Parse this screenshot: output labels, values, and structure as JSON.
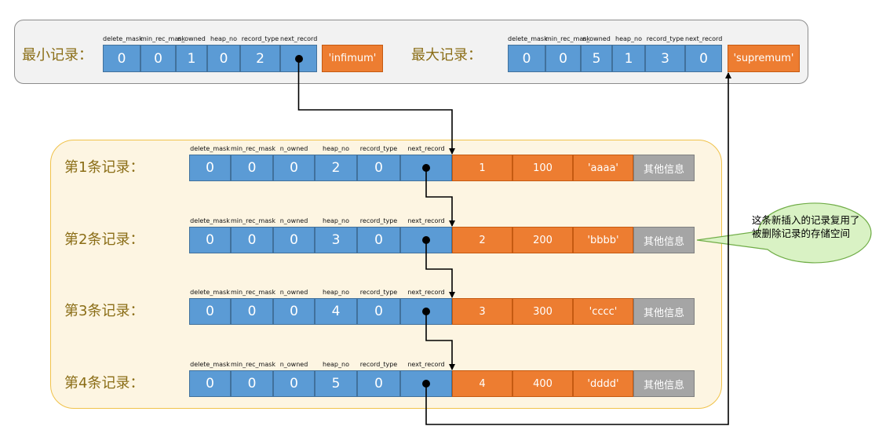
{
  "header_labels": [
    "delete_mask",
    "min_rec_mask",
    "n_owned",
    "heap_no",
    "record_type",
    "next_record"
  ],
  "other_info": "其他信息",
  "top": {
    "min": {
      "label": "最小记录：",
      "values": [
        "0",
        "0",
        "1",
        "0",
        "2",
        ""
      ],
      "name": "'infimum'"
    },
    "max": {
      "label": "最大记录：",
      "values": [
        "0",
        "0",
        "5",
        "1",
        "3",
        "0"
      ],
      "name": "'supremum'"
    }
  },
  "records": [
    {
      "label": "第1条记录：",
      "values": [
        "0",
        "0",
        "0",
        "2",
        "0",
        ""
      ],
      "data": [
        "1",
        "100",
        "'aaaa'"
      ]
    },
    {
      "label": "第2条记录：",
      "values": [
        "0",
        "0",
        "0",
        "3",
        "0",
        ""
      ],
      "data": [
        "2",
        "200",
        "'bbbb'"
      ]
    },
    {
      "label": "第3条记录：",
      "values": [
        "0",
        "0",
        "0",
        "4",
        "0",
        ""
      ],
      "data": [
        "3",
        "300",
        "'cccc'"
      ]
    },
    {
      "label": "第4条记录：",
      "values": [
        "0",
        "0",
        "0",
        "5",
        "0",
        ""
      ],
      "data": [
        "4",
        "400",
        "'dddd'"
      ]
    }
  ],
  "callout": {
    "text": "这条新插入的记录复用了被删除记录的存储空间"
  },
  "colors": {
    "blue": "#5b9bd5",
    "orange": "#ed7d31",
    "gray": "#a5a5a5",
    "callout_fill": "#d9f2c4",
    "callout_border": "#70ad47"
  }
}
